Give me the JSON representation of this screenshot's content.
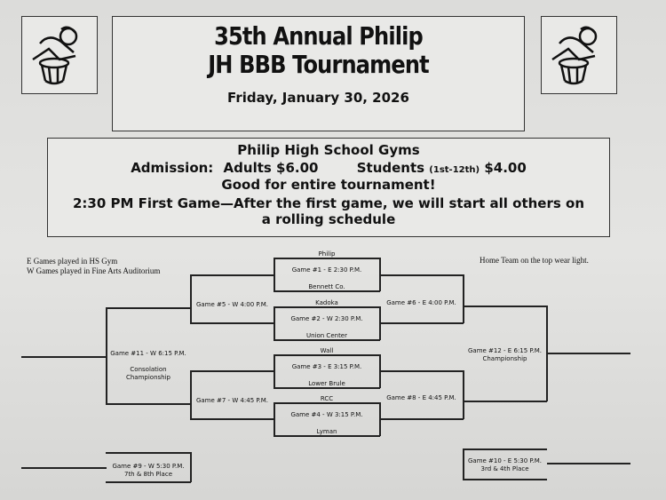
{
  "header": {
    "title_line1": "35th Annual Philip",
    "title_line2": "JH BBB Tournament",
    "date": "Friday, January 30, 2026"
  },
  "info": {
    "venue": "Philip High School Gyms",
    "admission_label": "Admission:",
    "adults": "Adults $6.00",
    "students_label": "Students",
    "students_grades": "(1st-12th)",
    "students_price": "$4.00",
    "good_for": "Good for entire tournament!",
    "schedule_line1": "2:30 PM First Game—After the first game, we will start all others on",
    "schedule_line2": "a rolling schedule"
  },
  "notes": {
    "e_games": "E Games played in HS Gym",
    "w_games": "W Games played in Fine Arts Auditorium",
    "home_team": "Home Team on the top wear light."
  },
  "bracket": {
    "teams": [
      "Philip",
      "Bennett Co.",
      "Kadoka",
      "Union Center",
      "Wall",
      "Lower Brule",
      "RCC",
      "Lyman"
    ],
    "game1": "Game #1 - E 2:30 P.M.",
    "game2": "Game #2 - W 2:30 P.M.",
    "game3": "Game #3 - E 3:15 P.M.",
    "game4": "Game #4 - W 3:15 P.M.",
    "game5": "Game #5 - W 4:00 P.M.",
    "game6": "Game #6 - E 4:00 P.M.",
    "game7": "Game #7 - W 4:45 P.M.",
    "game8": "Game #8 - E 4:45 P.M.",
    "game9": "Game #9 - W 5:30 P.M.",
    "game9_sub": "7th & 8th Place",
    "game10": "Game #10 - E 5:30 P.M.",
    "game10_sub": "3rd & 4th Place",
    "game11": "Game #11 - W 6:15 P.M.",
    "game11_sub1": "Consolation",
    "game11_sub2": "Championship",
    "game12": "Game #12 - E 6:15 P.M.",
    "game12_sub": "Championship"
  },
  "icons": [
    "basketball-player-icon"
  ]
}
